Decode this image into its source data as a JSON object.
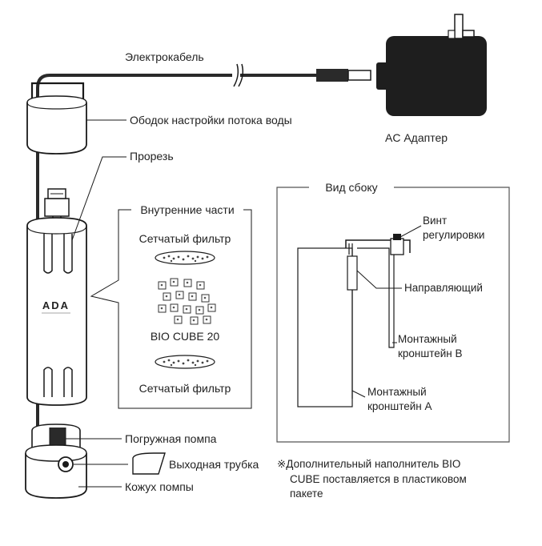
{
  "labels": {
    "cable": "Электрокабель",
    "adapter": "AC Адаптер",
    "rim": "Ободок настройки потока воды",
    "slot": "Прорезь",
    "inner_title": "Внутренние части",
    "mesh_top": "Сетчатый фильтр",
    "bio_cube": "BIO CUBE 20",
    "mesh_bottom": "Сетчатый фильтр",
    "side_title": "Вид сбоку",
    "screw_line1": "Винт",
    "screw_line2": "регулировки",
    "guide": "Направляющий",
    "bracket_b_line1": "Монтажный",
    "bracket_b_line2": "кронштейн B",
    "bracket_a_line1": "Монтажный",
    "bracket_a_line2": "кронштейн A",
    "pump": "Погружная помпа",
    "outlet": "Выходная трубка",
    "pump_housing": "Кожух помпы",
    "note_line1": "※Дополнительный наполнитель BIO",
    "note_line2": "CUBE поставляется в пластиковом",
    "note_line3": "пакете",
    "logo": "ADA"
  },
  "colors": {
    "line": "#1a1a1a",
    "adapter_fill": "#1e1e1e",
    "box_stroke": "#555555",
    "cable": "#2a2a2a"
  }
}
